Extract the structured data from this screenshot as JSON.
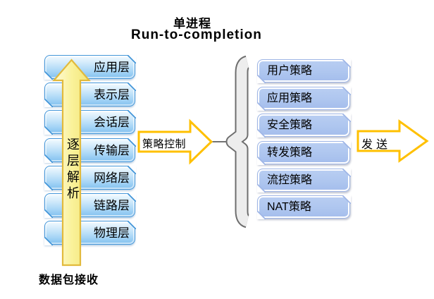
{
  "title": {
    "line1": "单进程",
    "line2": "Run-to-completion"
  },
  "osi_stack": {
    "layers": [
      "应用层",
      "表示层",
      "会话层",
      "传输层",
      "网络层",
      "链路层",
      "物理层"
    ],
    "up_arrow_label": "逐层解析",
    "receive_label": "数据包接收"
  },
  "policy_stack": {
    "items": [
      "用户策略",
      "应用策略",
      "安全策略",
      "转发策略",
      "流控策略",
      "NAT策略"
    ]
  },
  "flow": {
    "policy_control_label": "策略控制",
    "send_label": "发送"
  },
  "colors": {
    "layer_box_border": "#4697d9",
    "layer_box_fill": "#a6d5f6",
    "policy_box_fill": "#aec6ef",
    "policy_box_border": "#9fb6e6",
    "up_arrow_fill": "#f9f29b",
    "up_arrow_border": "#e2ba3c",
    "flow_arrow_border": "#ffc000",
    "flow_arrow_fill": "#ffffff",
    "brace_fill": "#ededed",
    "brace_outline": "#6e6e6e",
    "text": "#000000"
  }
}
